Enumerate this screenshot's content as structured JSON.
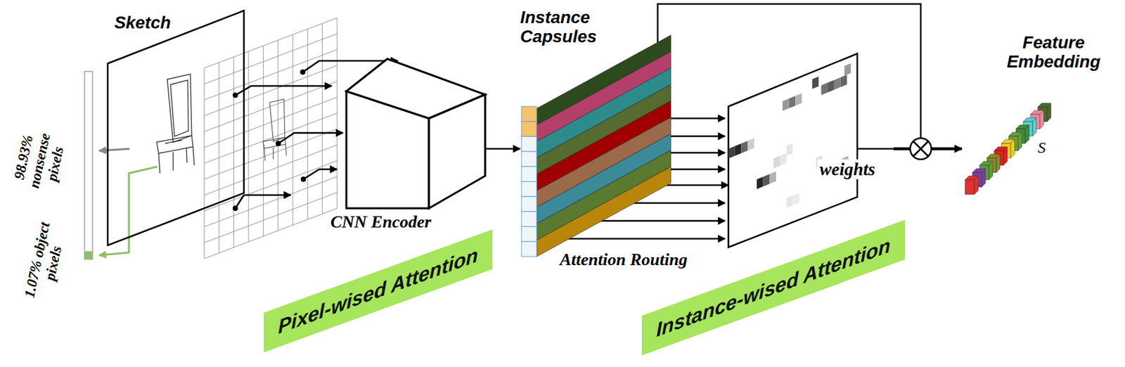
{
  "diagram": {
    "nodes": [
      {
        "text": [
          "Sketch"
        ]
      },
      {
        "text": [
          "CNN Encoder"
        ]
      },
      {
        "text": [
          "Instance Capsules"
        ]
      },
      {
        "text": [
          "weights"
        ]
      },
      {
        "text": [
          "Feature Embedding",
          "S"
        ]
      },
      {
        "text": [
          "Pixel-wised Attention"
        ]
      },
      {
        "text": [
          "Instance-wised Attention"
        ]
      }
    ],
    "edges": [
      {
        "from": 0,
        "to": 1,
        "arrow": "to"
      },
      {
        "from": 1,
        "to": 2,
        "arrow": "to"
      },
      {
        "from": 2,
        "to": 3,
        "arrow": "to"
      },
      {
        "from": 3,
        "to": 4,
        "arrow": "to"
      },
      {
        "from": 2,
        "to": 4,
        "arrow": "to"
      }
    ],
    "labels": [
      "98.93% nonsense pixels",
      "1.07% object pixels",
      "Attention Routing"
    ]
  }
}
